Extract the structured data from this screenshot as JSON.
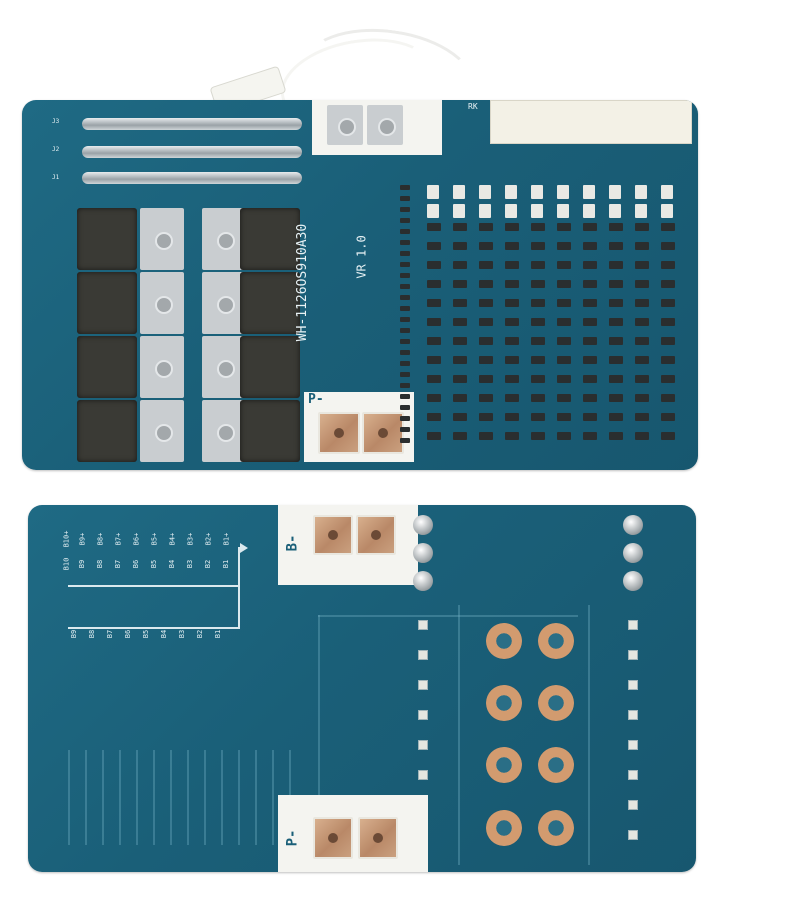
{
  "top_board": {
    "model_label": "WH-1126OS910A30",
    "version_label": "VR 1.0",
    "p_minus_label": "P-",
    "connector_label": "RK",
    "shunt_labels": [
      "J3",
      "J2",
      "J1"
    ]
  },
  "bottom_board": {
    "b_minus_label": "B-",
    "p_minus_label": "P-",
    "cell_labels_top": [
      "B10",
      "B9",
      "B8",
      "B7",
      "B6",
      "B5",
      "B4",
      "B3",
      "B2",
      "B1"
    ],
    "cell_labels_bottom": [
      "B9",
      "B8",
      "B7",
      "B6",
      "B5",
      "B4",
      "B3",
      "B2",
      "B1"
    ],
    "plus_labels": [
      "B10+",
      "B9+",
      "B8+",
      "B7+",
      "B6+",
      "B5+",
      "B4+",
      "B3+",
      "B2+",
      "B1+"
    ]
  },
  "colors": {
    "pcb": "#1a5f78",
    "copper": "#c49474",
    "silkscreen": "#e8f2f5"
  }
}
